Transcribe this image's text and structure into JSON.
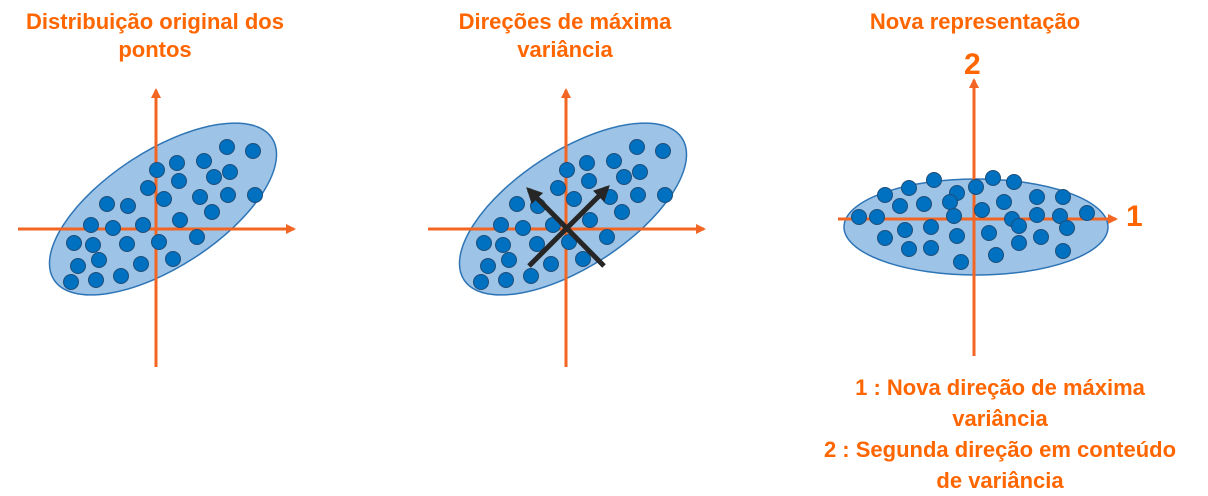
{
  "panels": [
    {
      "title_line1": "Distribuição original dos",
      "title_line2": "pontos"
    },
    {
      "title_line1": "Direções de máxima",
      "title_line2": "variância"
    },
    {
      "title_line1": "Nova representação",
      "title_line2": ""
    }
  ],
  "axis_labels": {
    "horizontal": "1",
    "vertical": "2"
  },
  "legend": {
    "line1": "1 : Nova direção de máxima",
    "line2": "variância",
    "line3": "2 : Segunda direção em conteúdo",
    "line4": "de variância"
  },
  "colors": {
    "axis": "#f26522",
    "ellipse_fill": "#9dc3e6",
    "ellipse_stroke": "#2e75b6",
    "point_fill": "#0070c0",
    "point_stroke": "#1f4e79",
    "pc_arrows": "#262626",
    "title_text": "#ff6600"
  }
}
